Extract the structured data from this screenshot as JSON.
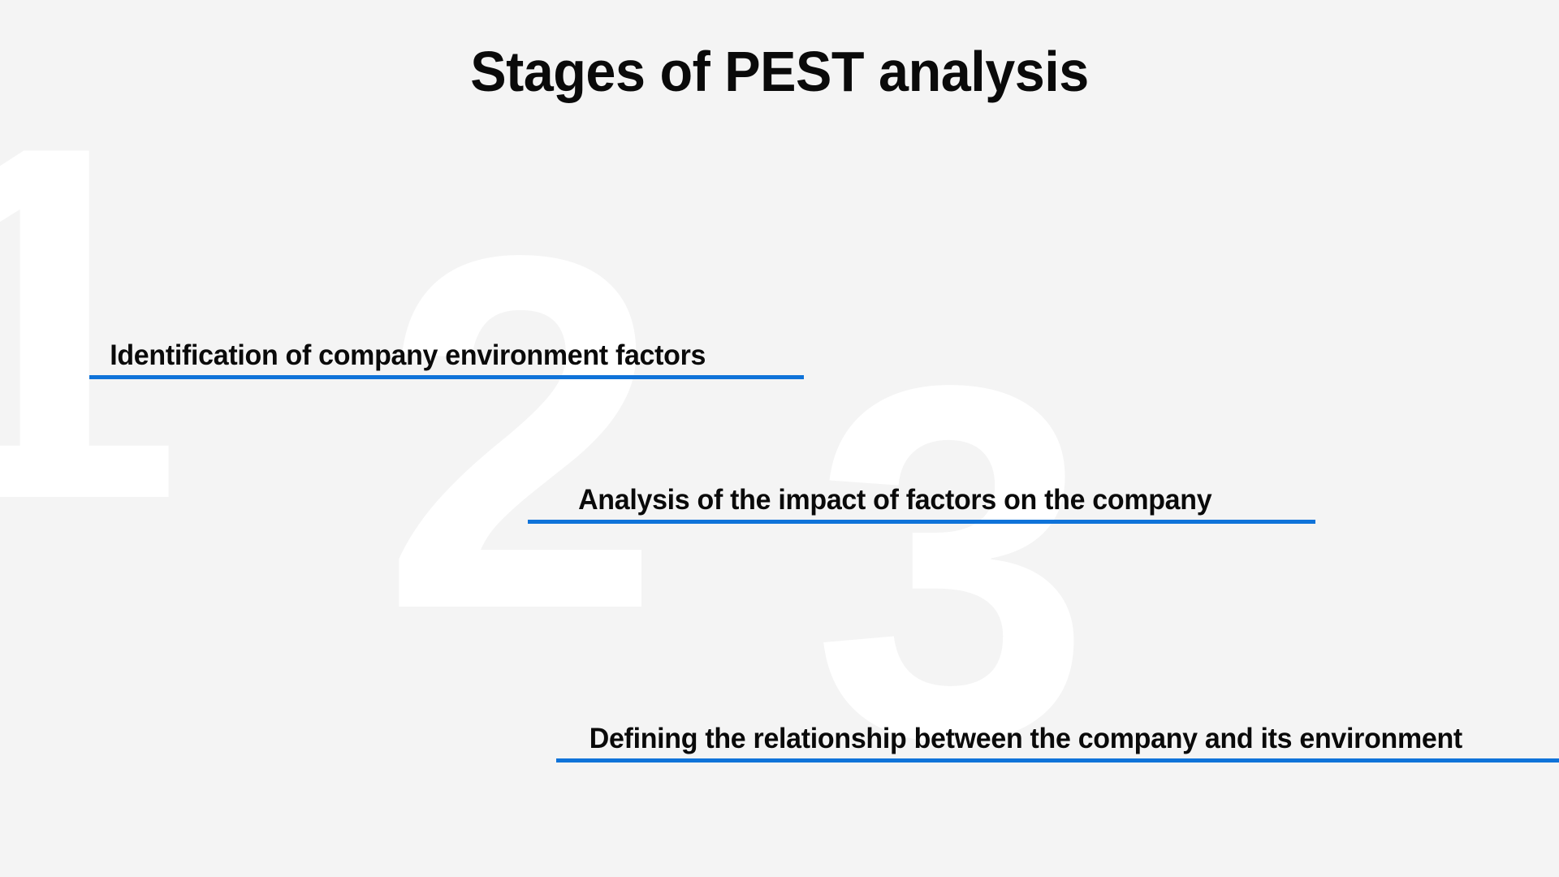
{
  "slide": {
    "title": "Stages of PEST analysis",
    "background_color": "#f4f4f4",
    "accent_color": "#0f73d9",
    "text_color": "#0a0a0a",
    "watermark_color": "#ffffff"
  },
  "watermarks": [
    {
      "numeral": "1"
    },
    {
      "numeral": "2"
    },
    {
      "numeral": "3"
    }
  ],
  "stages": [
    {
      "number": "1",
      "label": "Identification of company environment factors"
    },
    {
      "number": "2",
      "label": "Analysis of the impact of factors on the company"
    },
    {
      "number": "3",
      "label": "Defining the relationship between the company and its environment"
    }
  ]
}
